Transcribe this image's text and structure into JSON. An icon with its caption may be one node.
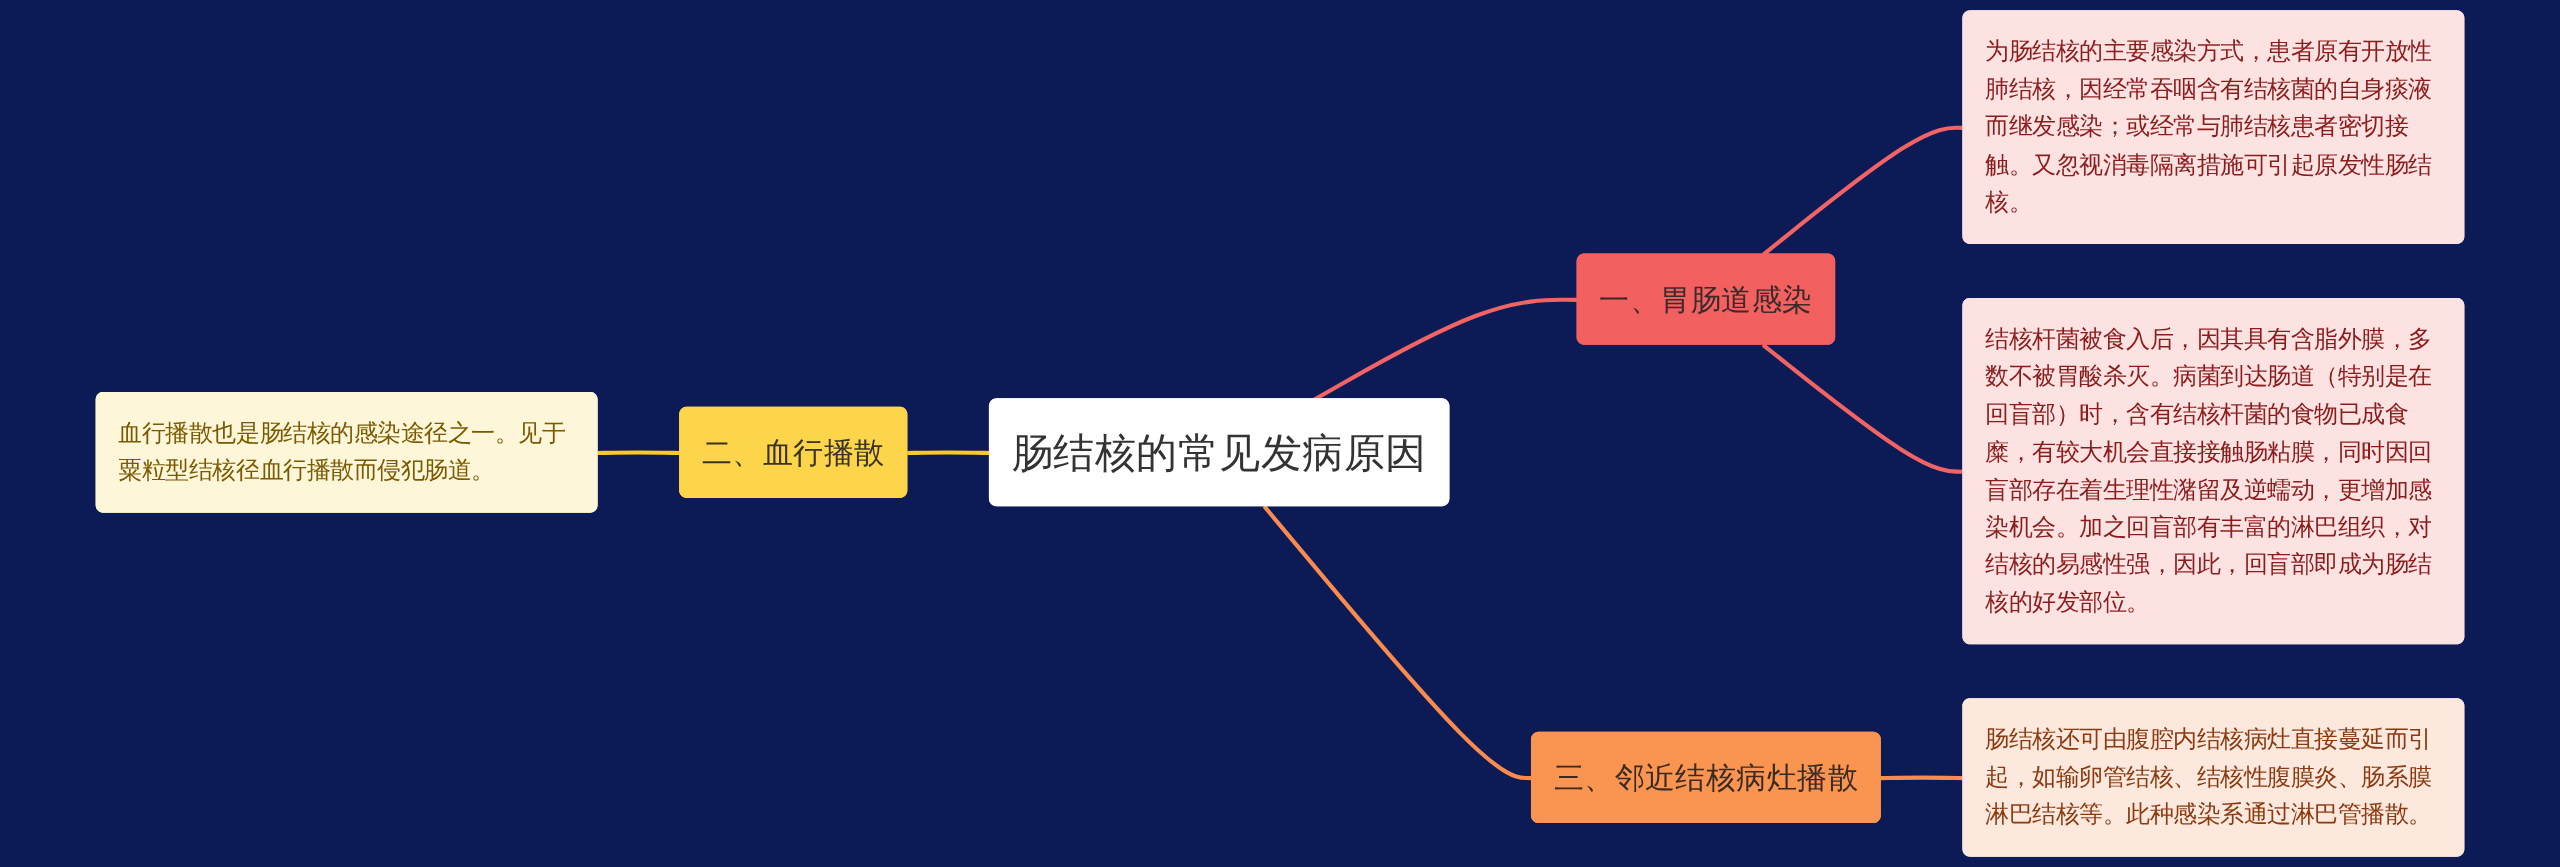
{
  "diagram": {
    "nodes": [
      {
        "text": [
          "肠结核的常见发病原因"
        ]
      },
      {
        "text": [
          "一、胃肠道感染"
        ]
      },
      {
        "text": [
          "为肠结核的主要感染方式，患者原有开放性肺结核，因经常吞咽含有结核菌的自身痰液而继发感染；或经常与肺结核患者密切接触。又忽视消毒隔离措施可引起原发性肠结核。"
        ]
      },
      {
        "text": [
          "结核杆菌被食入后，因其具有含脂外膜，多数不被胃酸杀灭。病菌到达肠道（特别是在回盲部）时，含有结核杆菌的食物已成食糜，有较大机会直接接触肠粘膜，同时因回盲部存在着生理性潴留及逆蠕动，更增加感染机会。加之回盲部有丰富的淋巴组织，对结核的易感性强，因此，回盲部即成为肠结核的好发部位。"
        ]
      },
      {
        "text": [
          "二、血行播散"
        ]
      },
      {
        "text": [
          "血行播散也是肠结核的感染途径之一。见于粟粒型结核径血行播散而侵犯肠道。"
        ]
      },
      {
        "text": [
          "三、邻近结核病灶播散"
        ]
      },
      {
        "text": [
          "肠结核还可由腹腔内结核病灶直接蔓延而引起，如输卵管结核、结核性腹膜炎、肠系膜淋巴结核等。此种感染系通过淋巴管播散。"
        ]
      }
    ],
    "edges": [
      {
        "from": 0,
        "to": 1,
        "arrow": "none"
      },
      {
        "from": 1,
        "to": 2,
        "arrow": "none"
      },
      {
        "from": 1,
        "to": 3,
        "arrow": "none"
      },
      {
        "from": 4,
        "to": 0,
        "arrow": "none",
        "color": "#f7c92e"
      },
      {
        "from": 5,
        "to": 4,
        "arrow": "none",
        "color": "#f7c92e"
      },
      {
        "from": 0,
        "to": 6,
        "arrow": "none",
        "color": "#f88b4d"
      },
      {
        "from": 6,
        "to": 7,
        "arrow": "none",
        "color": "#f88b4d"
      }
    ]
  }
}
